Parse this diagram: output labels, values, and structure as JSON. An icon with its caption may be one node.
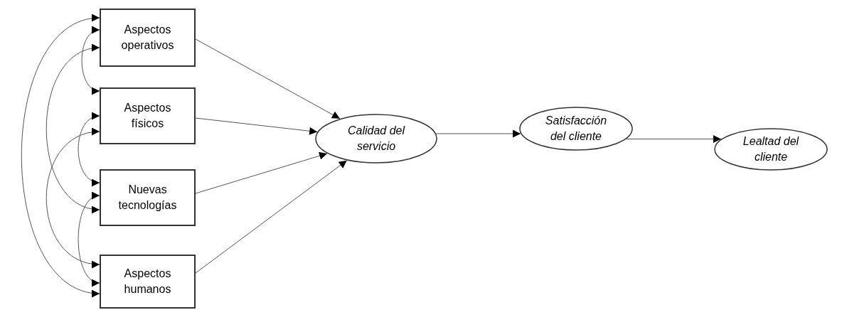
{
  "diagram": {
    "nodes": [
      {
        "text": [
          "Aspectos operativos"
        ]
      },
      {
        "text": [
          "Aspectos físicos"
        ]
      },
      {
        "text": [
          "Nuevas tecnologías"
        ]
      },
      {
        "text": [
          "Aspectos humanos"
        ]
      },
      {
        "text": [
          "Calidad del servicio"
        ]
      },
      {
        "text": [
          "Satisfacción del cliente"
        ]
      },
      {
        "text": [
          "Lealtad del cliente"
        ]
      }
    ],
    "edges": [
      {
        "from": 0,
        "to": 4,
        "arrow": "to"
      },
      {
        "from": 1,
        "to": 4,
        "arrow": "to"
      },
      {
        "from": 2,
        "to": 4,
        "arrow": "to"
      },
      {
        "from": 3,
        "to": 4,
        "arrow": "to"
      },
      {
        "from": 4,
        "to": 5,
        "arrow": "to"
      },
      {
        "from": 5,
        "to": 6,
        "arrow": "to"
      },
      {
        "from": 0,
        "to": 3,
        "arrow": "both"
      },
      {
        "from": 0,
        "to": 1,
        "arrow": "both"
      },
      {
        "from": 0,
        "to": 2,
        "arrow": "both"
      },
      {
        "from": 1,
        "to": 2,
        "arrow": "both"
      },
      {
        "from": 1,
        "to": 3,
        "arrow": "both"
      },
      {
        "from": 2,
        "to": 3,
        "arrow": "both"
      }
    ]
  }
}
